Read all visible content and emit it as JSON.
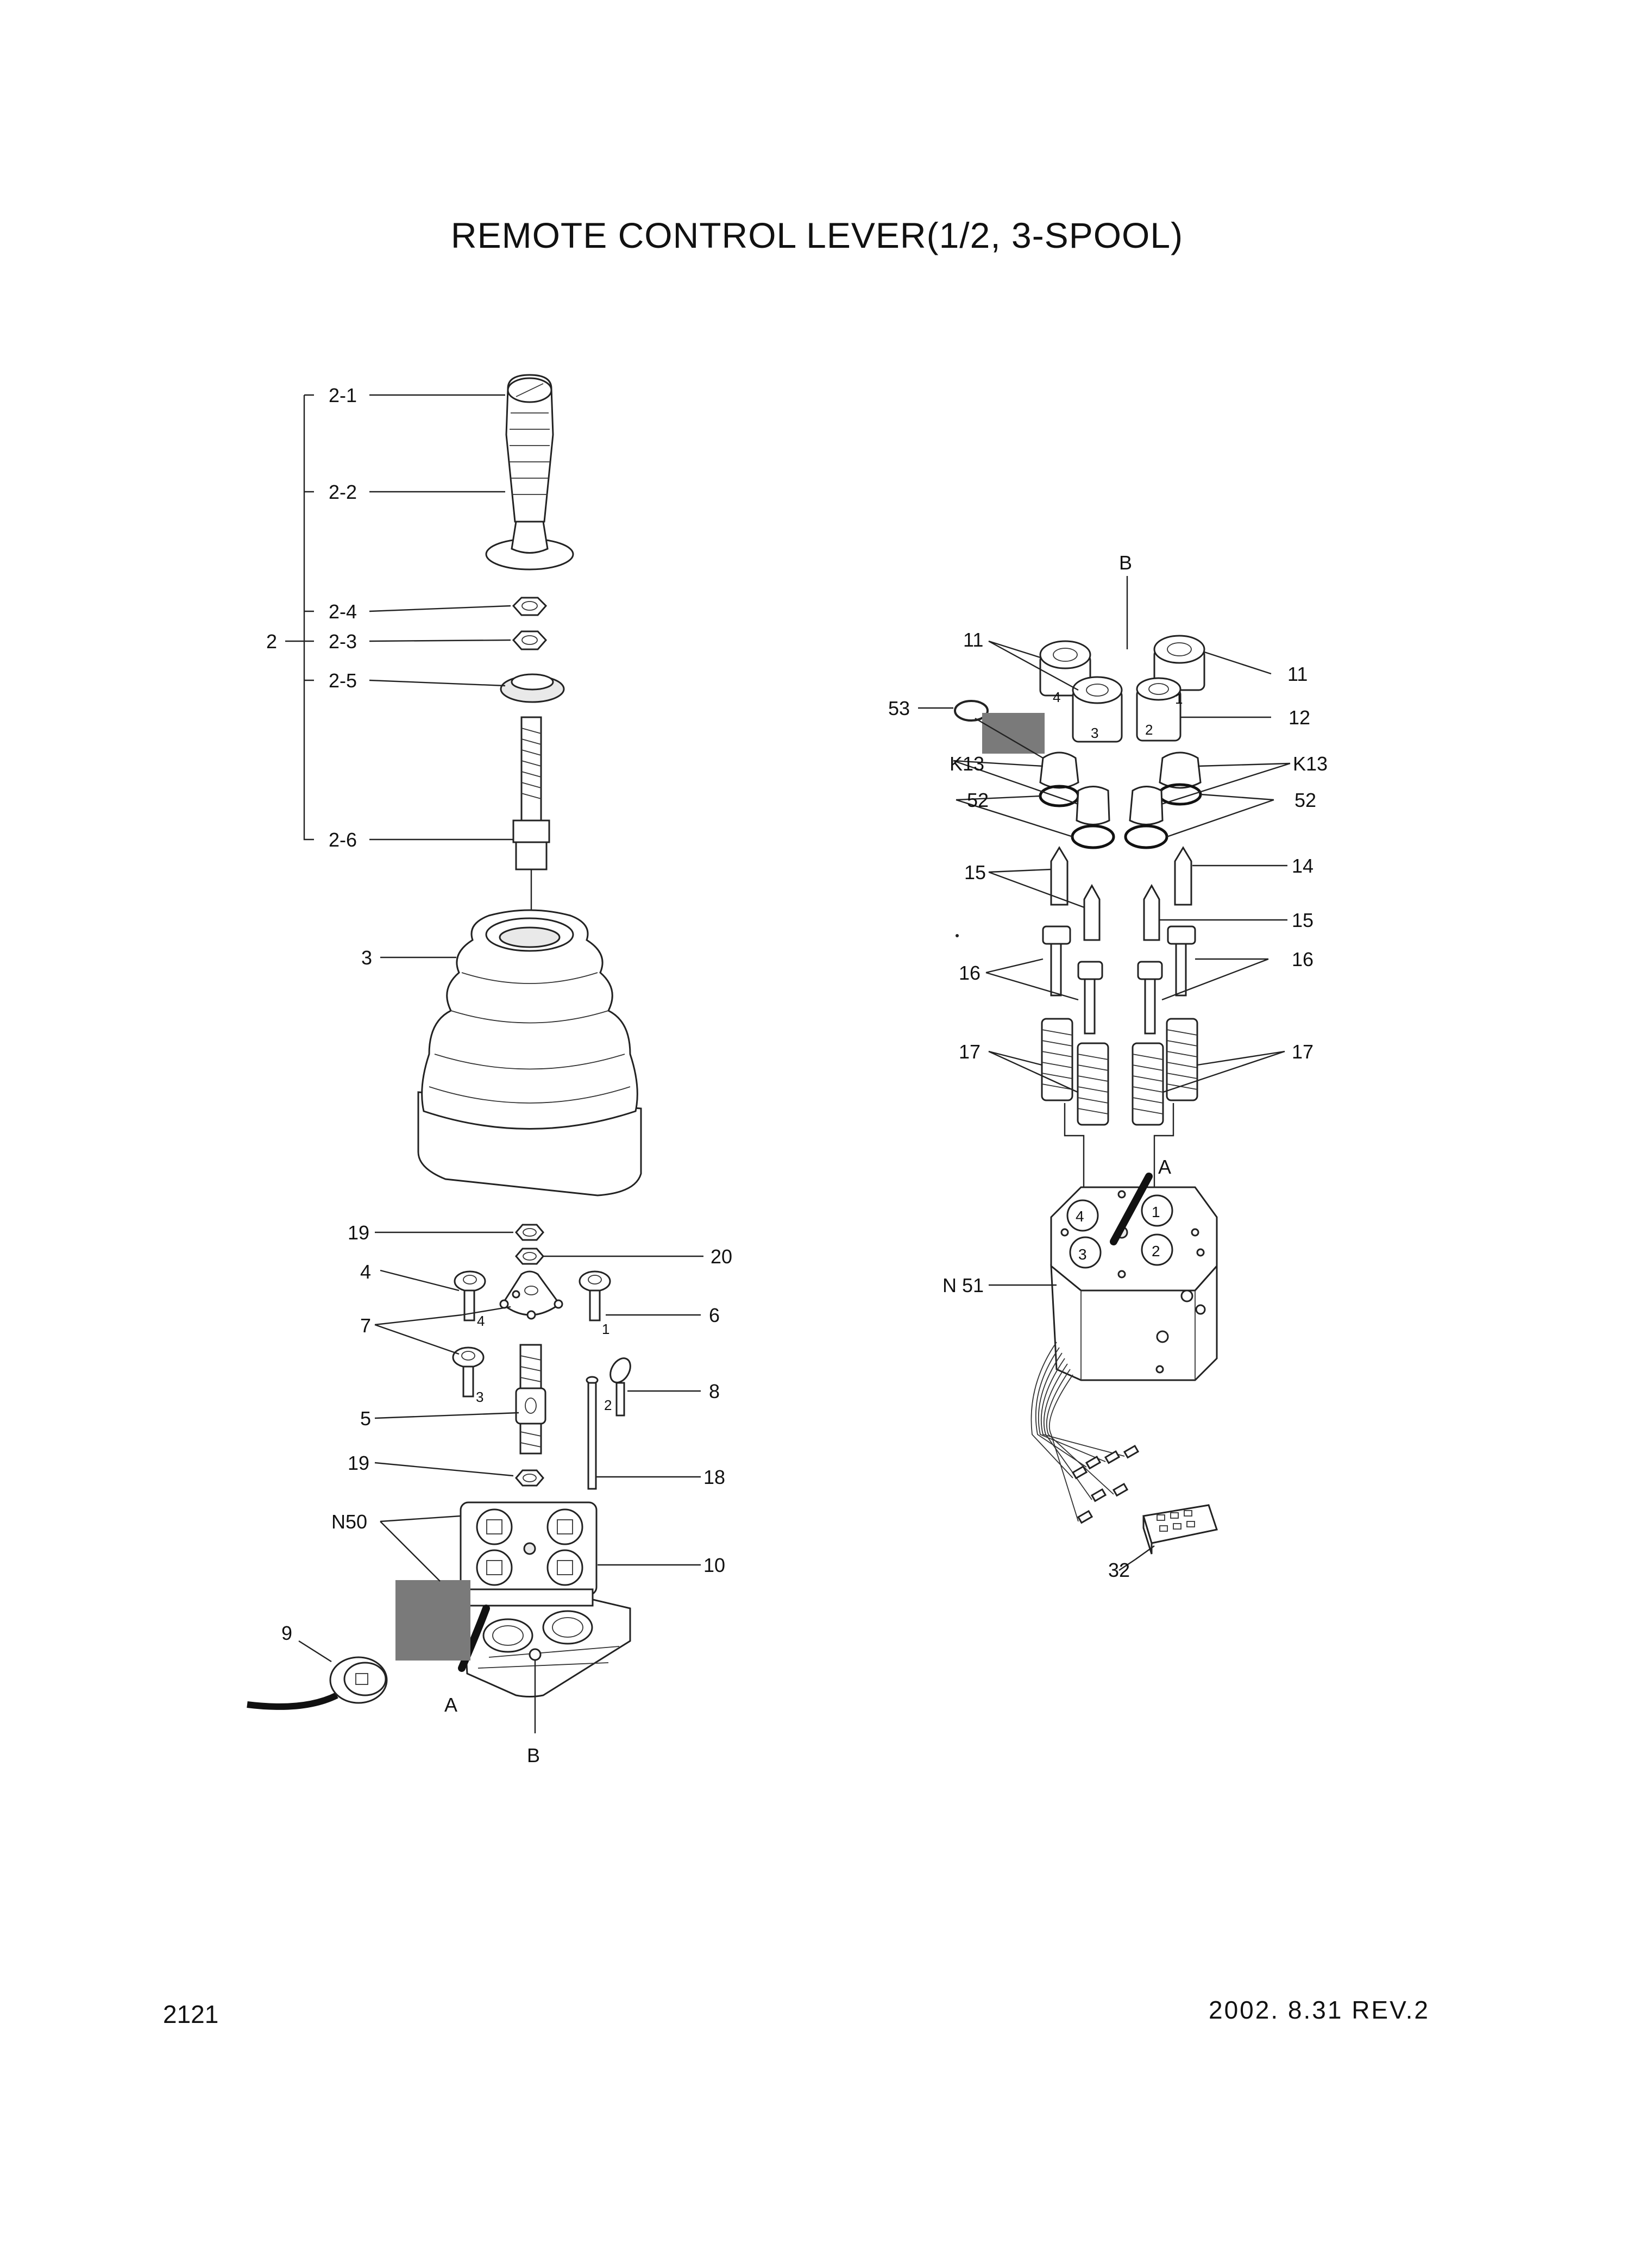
{
  "title": "REMOTE CONTROL LEVER(1/2, 3-SPOOL)",
  "page_number": "2121",
  "revision": "2002. 8.31  REV.2",
  "callouts": {
    "c2_1": "2-1",
    "c2_2": "2-2",
    "c2_4": "2-4",
    "c2": "2",
    "c2_3": "2-3",
    "c2_5": "2-5",
    "c2_6": "2-6",
    "c3": "3",
    "c19a": "19",
    "c20": "20",
    "c4": "4",
    "c6": "6",
    "c7": "7",
    "c5": "5",
    "c8": "8",
    "c19b": "19",
    "c18": "18",
    "cN50": "N50",
    "c10": "10",
    "c9": "9",
    "cA_left": "A",
    "cB_left": "B",
    "cB_top": "B",
    "c11_left": "11",
    "c11_right": "11",
    "c12": "12",
    "c53": "53",
    "cK13_left": "K13",
    "cK13_right": "K13",
    "c52_left": "52",
    "c52_right": "52",
    "c15_left": "15",
    "c14": "14",
    "c15_right": "15",
    "c16_left": "16",
    "c16_right": "16",
    "c17_left": "17",
    "c17_right": "17",
    "cA_right": "A",
    "cN51": "N 51",
    "c32": "32"
  },
  "port_numbers": {
    "plug_top": [
      "4",
      "3",
      "2",
      "1"
    ],
    "block": [
      "4",
      "1",
      "3",
      "2"
    ],
    "plate_pins": [
      "4",
      "1",
      "3",
      "2"
    ]
  }
}
